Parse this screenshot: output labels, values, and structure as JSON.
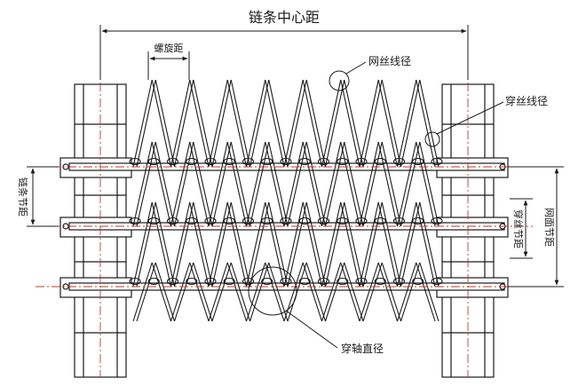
{
  "labels": {
    "chain_center_distance": "链条中心距",
    "spiral_pitch": "螺旋距",
    "mesh_wire_diameter": "网丝线径",
    "cross_wire_diameter": "穿丝线径",
    "chain_pitch": "链条节距",
    "cross_pitch": "穿丝节距",
    "mesh_pitch": "网面节距",
    "shaft_diameter": "穿轴直径"
  },
  "colors": {
    "line": "#1a1a1a",
    "centerline": "#c0392b"
  }
}
